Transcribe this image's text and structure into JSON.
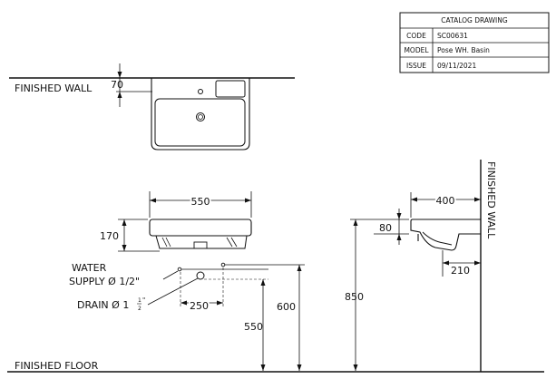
{
  "title_block": {
    "header": "CATALOG DRAWING",
    "rows": [
      {
        "label": "CODE",
        "value": "SC00631"
      },
      {
        "label": "MODEL",
        "value": "Pose WH. Basin"
      },
      {
        "label": "ISSUE",
        "value": "09/11/2021"
      }
    ]
  },
  "labels": {
    "finished_wall_top": "FINISHED WALL",
    "finished_wall_side": "FINISHED WALL",
    "finished_floor": "FINISHED FLOOR",
    "water_supply_line1": "WATER",
    "water_supply_line2": "SUPPLY Ø 1/2\"",
    "drain": "DRAIN Ø 1",
    "drain_frac_num": "1",
    "drain_frac_den": "2",
    "drain_inch": "\""
  },
  "dimensions": {
    "top_view_wall_offset": "70",
    "front_width": "550",
    "front_height": "170",
    "supply_spacing": "250",
    "drain_height": "550",
    "supply_height": "600",
    "rim_height": "850",
    "side_depth": "400",
    "side_rim_thickness": "80",
    "side_drain_offset": "210"
  }
}
